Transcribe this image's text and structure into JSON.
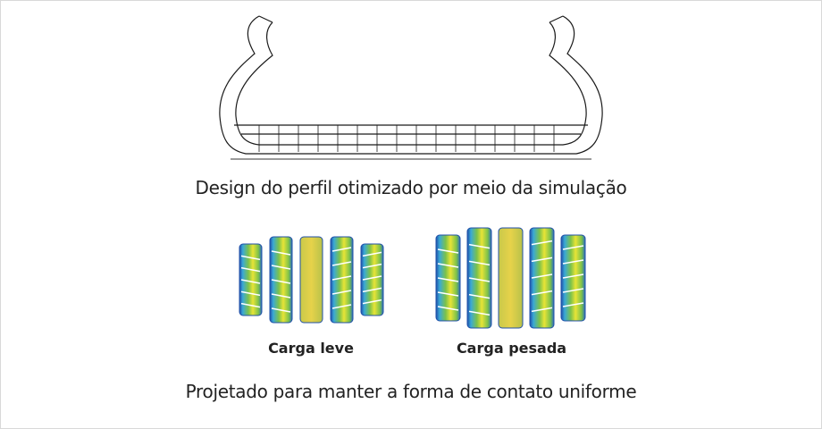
{
  "profile": {
    "caption": "Design do perfil otimizado por meio da simulação"
  },
  "footprints": {
    "light": {
      "label": "Carga leve"
    },
    "heavy": {
      "label": "Carga pesada"
    },
    "caption": "Projetado para manter a forma de contato uniforme"
  },
  "colors": {
    "mesh": "#1a1a1a",
    "ground": "#9a9a9a",
    "blue": "#1f4fa8",
    "cyan": "#3aa9d6",
    "green": "#7cc24a",
    "yellow": "#e8e436",
    "text": "#222222"
  }
}
